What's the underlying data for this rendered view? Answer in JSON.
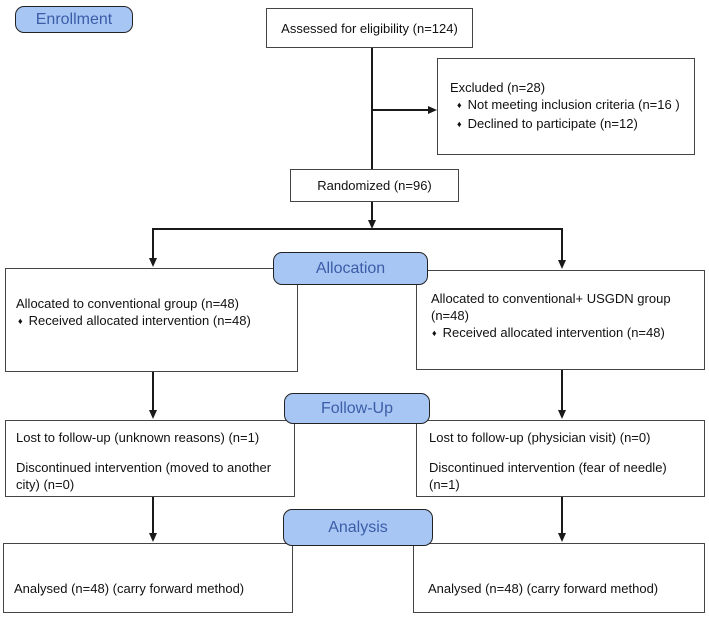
{
  "flowchart": {
    "bullet": "♦",
    "stages": {
      "enrollment": "Enrollment",
      "allocation": "Allocation",
      "followup": "Follow-Up",
      "analysis": "Analysis"
    },
    "assessed": {
      "text": "Assessed for eligibility (n=124)"
    },
    "excluded": {
      "title": "Excluded (n=28)",
      "bullets": [
        "Not meeting inclusion criteria (n=16 )",
        "Declined to participate (n=12)"
      ]
    },
    "randomized": {
      "text": "Randomized (n=96)"
    },
    "allocation_left": {
      "title": "Allocated to conventional group (n=48)",
      "bullets": [
        "Received allocated intervention (n=48)"
      ]
    },
    "allocation_right": {
      "title": "Allocated to conventional+ USGDN group (n=48)",
      "bullets": [
        "Received allocated intervention (n=48)"
      ]
    },
    "followup_left": {
      "line1": "Lost to follow-up (unknown reasons) (n=1)",
      "line2": "Discontinued intervention (moved to another city) (n=0)"
    },
    "followup_right": {
      "line1": "Lost to follow-up (physician visit) (n=0)",
      "line2": "Discontinued intervention (fear of needle) (n=1)"
    },
    "analysis_left": {
      "text": "Analysed (n=48) (carry forward method)"
    },
    "analysis_right": {
      "text": "Analysed (n=48) (carry forward method)"
    },
    "colors": {
      "label_fill": "#a8c6f4",
      "label_text": "#3b5da8",
      "line": "#1a1a1a",
      "box_border": "#454545",
      "background": "#ffffff"
    }
  }
}
